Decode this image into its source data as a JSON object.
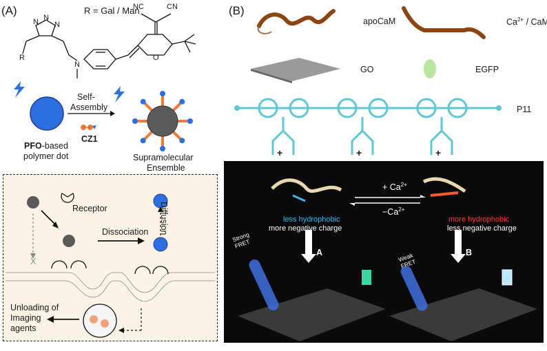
{
  "panel_a": {
    "label": "(A)",
    "r_group": "R = Gal / Man",
    "nc_left": "NC",
    "cn_right": "CN",
    "r_atom": "R",
    "n_atom": "N",
    "o_atom": "O",
    "self_assembly_line1": "Self-",
    "self_assembly_line2": "Assembly",
    "cz1": "CZ1",
    "pfo_bold": "PFO",
    "pfo_rest": "-based",
    "polymer_dot": "polymer dot",
    "ensemble_line1": "Supramolecular",
    "ensemble_line2": "Ensemble",
    "receptor": "Receptor",
    "diffusion": "Diffusion",
    "dissociation": "Dissociation",
    "unloading_line1": "Unloading of",
    "unloading_line2": "Imaging",
    "unloading_line3": "agents",
    "x_mark": "X"
  },
  "panel_b": {
    "label": "(B)",
    "apocam": "apoCaM",
    "cacam": "Ca",
    "cacam_sup": "2+",
    "cacam_rest": " / CaM",
    "go": "GO",
    "egfp": "EGFP",
    "p11": "P11",
    "plus_ca": "+ Ca",
    "minus_ca": "−Ca",
    "ca_sup": "2+",
    "left_less": "less",
    "left_hydrophobic": "hydrophobic",
    "left_more_neg": "more negative charge",
    "right_more": "more",
    "right_hydrophobic": "hydrophobic",
    "right_less_neg": "less  negative charge",
    "arrow_a": "A",
    "arrow_b": "B",
    "strong": "Strong",
    "weak": "Weak",
    "fret": "FRET",
    "plus": "+"
  },
  "colors": {
    "dot_blue": "#2b6fe0",
    "ensemble_orange": "#f07a3c",
    "p11_cyan": "#5fc6d6",
    "dark_panel": "#0a0a0a",
    "box_fill": "#fbf3e6",
    "hydrophobic_blue": "#3fb6f0",
    "hydrophobic_red": "#ff3b3b"
  }
}
